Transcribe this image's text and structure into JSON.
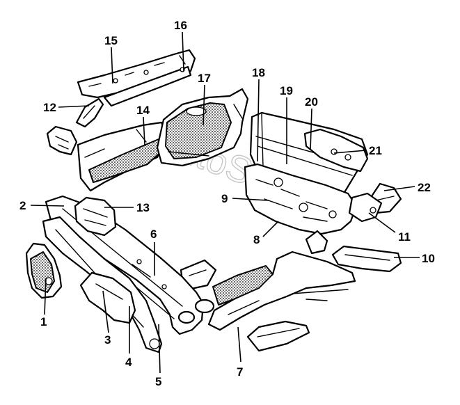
{
  "watermark": "autoSoft",
  "callouts": {
    "n1": "1",
    "n2": "2",
    "n3": "3",
    "n4": "4",
    "n5": "5",
    "n6": "6",
    "n7": "7",
    "n8": "8",
    "n9": "9",
    "n10": "10",
    "n11": "11",
    "n12": "12",
    "n13": "13",
    "n14": "14",
    "n15": "15",
    "n16": "16",
    "n17": "17",
    "n18": "18",
    "n19": "19",
    "n20": "20",
    "n21": "21",
    "n22": "22"
  },
  "colors": {
    "line": "#000000",
    "background": "#ffffff",
    "watermark": "#b5b5b5"
  }
}
